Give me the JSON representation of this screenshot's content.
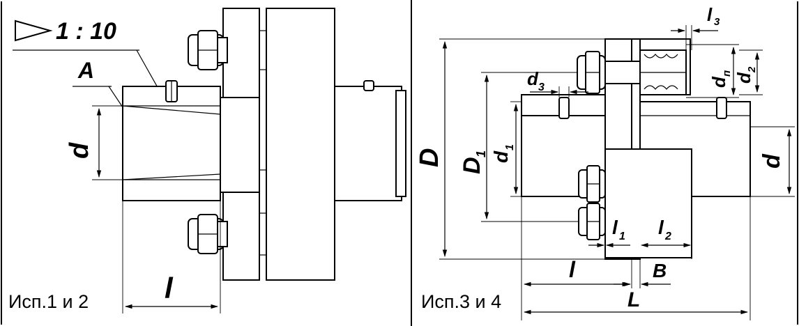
{
  "left_view": {
    "caption": "Исп.1 и 2",
    "taper_ratio": "1 : 10",
    "label_a": "A",
    "label_d": "d",
    "label_l": "l"
  },
  "right_view": {
    "caption": "Исп.3 и 4",
    "label_D": "D",
    "label_D1": "D",
    "label_D1_sub": "1",
    "label_d1": "d",
    "label_d1_sub": "1",
    "label_d3": "d",
    "label_d3_sub": "3",
    "label_dn": "d",
    "label_dn_sub": "п",
    "label_d2": "d",
    "label_d2_sub": "2",
    "label_l3": "l",
    "label_l3_sub": "3",
    "label_l1": "l",
    "label_l1_sub": "1",
    "label_l2": "l",
    "label_l2_sub": "2",
    "label_d": "d",
    "label_l": "l",
    "label_B": "B",
    "label_L": "L"
  }
}
